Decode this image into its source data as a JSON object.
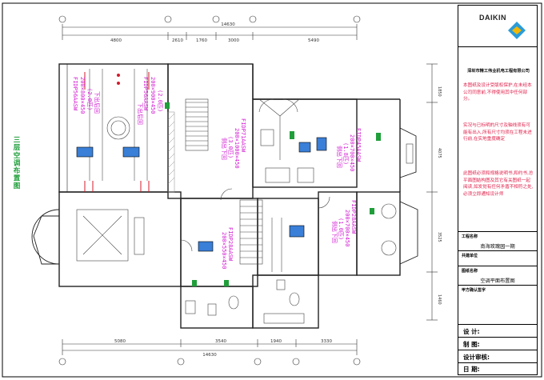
{
  "left_title": "三层空调布置图",
  "dims_top": [
    "4800",
    "2610",
    "1760",
    "3000",
    "5490"
  ],
  "dims_top_total": "14630",
  "dims_bottom": [
    "5080",
    "3540",
    "1940",
    "3330"
  ],
  "dims_bottom_total": "14630",
  "dims_right": [
    "1850",
    "4075",
    "3525",
    "1460"
  ],
  "units": [
    {
      "model_lines": [
        "FIDP56AASW",
        "200×800×450",
        "(2.0匹)",
        "下出后回"
      ],
      "color": "#d21bd2"
    },
    {
      "model_lines": [
        "FIDP56AASW",
        "200×900×450",
        "(2.0匹)",
        "下出后回"
      ],
      "color": "#d21bd2"
    },
    {
      "model_lines": [
        "FIDP71AASW",
        "200×1000×450",
        "(3.0匹)",
        "侧出下回"
      ],
      "color": "#d21bd2"
    },
    {
      "model_lines": [
        "FIDP45AASW",
        "200×700×450",
        "(1.8匹)",
        "侧出下回"
      ],
      "color": "#d21bd2"
    },
    {
      "model_lines": [
        "FIDP28AASW",
        "200×700×450",
        "(1.0匹)",
        "侧出下回"
      ],
      "color": "#d21bd2"
    },
    {
      "model_lines": [
        "FIDP28AASW",
        "200×550×450"
      ],
      "color": "#d21bd2"
    }
  ],
  "title_block": {
    "logo": "DAIKIN",
    "company": "深圳市精工伟业机电工程有限公司",
    "note1": "本图纸及设计受版权保护,在未经本公司同意前,不得使用其中任何部分。",
    "note2": "实况与已标明的尺寸及轴线须有可能有出入,所有尺寸均须在工程未进行前,在实地重度确定",
    "note3": "此图纸必须和规格说明书,和约书,总平面图結构图及其它有关图纸一起阅读,如发觉有任何矛盾不相符之处,必须立即通知设计师",
    "project_label": "工程名称",
    "project_name": "南海玫瑰园一期",
    "owner_label": "共建单位",
    "drawing_label": "图纸名称",
    "drawing_name": "空调平面布置图",
    "approve_label": "甲方确认签字",
    "design_label": "设 计:",
    "draw_label": "制 图:",
    "check_label": "设计审核:",
    "date_label": "日 期:"
  }
}
